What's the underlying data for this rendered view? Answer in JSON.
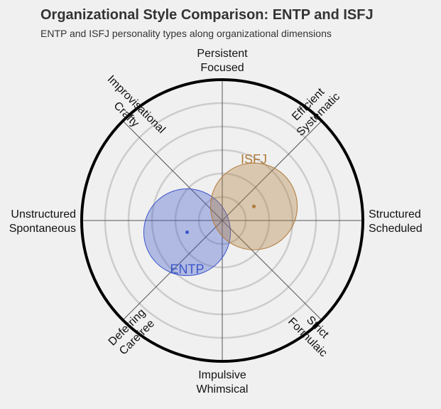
{
  "chart_data": {
    "type": "polar-bubble",
    "title": "Organizational Style Comparison: ENTP and ISFJ",
    "subtitle": "ENTP and ISFJ personality types along organizational dimensions",
    "axes": [
      {
        "angle": 90,
        "lines": [
          "Persistent",
          "Focused"
        ]
      },
      {
        "angle": 45,
        "lines": [
          "Efficient",
          "Systematic"
        ]
      },
      {
        "angle": 0,
        "lines": [
          "Structured",
          "Scheduled"
        ]
      },
      {
        "angle": -45,
        "lines": [
          "Strict",
          "Formulaic"
        ]
      },
      {
        "angle": -90,
        "lines": [
          "Impulsive",
          "Whimsical"
        ]
      },
      {
        "angle": -135,
        "lines": [
          "Deferring",
          "Carefree"
        ]
      },
      {
        "angle": 180,
        "lines": [
          "Unstructured",
          "Spontaneous"
        ]
      },
      {
        "angle": 135,
        "lines": [
          "Improvisational",
          "Crafty"
        ]
      }
    ],
    "rings": [
      1,
      2,
      3,
      4,
      5
    ],
    "r_max": 6,
    "series": [
      {
        "name": "ENTP",
        "x": -1.5,
        "y": -0.5,
        "radius": 1.85,
        "color": "#3b55c9"
      },
      {
        "name": "ISFJ",
        "x": 1.35,
        "y": 0.6,
        "radius": 1.85,
        "color": "#b07a3a"
      }
    ]
  }
}
